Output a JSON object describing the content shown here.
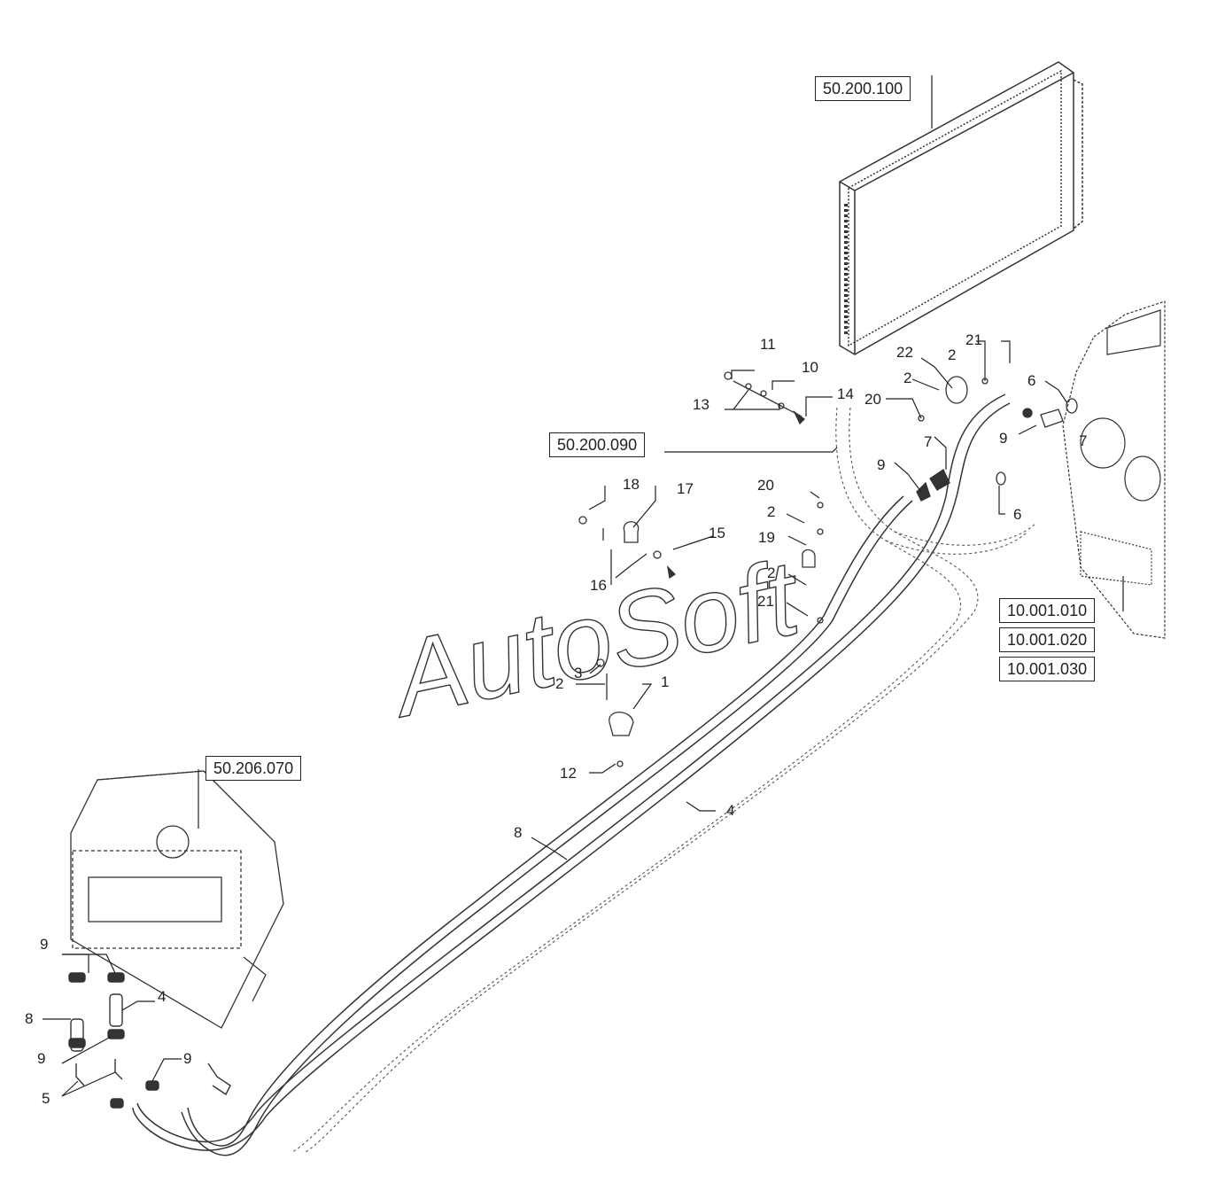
{
  "references": {
    "r1": "50.200.100",
    "r2": "50.200.090",
    "r3": "10.001.010",
    "r4": "10.001.020",
    "r5": "10.001.030",
    "r6": "50.206.070"
  },
  "callouts": {
    "c11": "11",
    "c10": "10",
    "c13": "13",
    "c14": "14",
    "c22": "22",
    "c21a": "21",
    "c2a": "2",
    "c2b": "2",
    "c20a": "20",
    "c6a": "6",
    "c7a": "7",
    "c9a": "9",
    "c7b": "7",
    "c9b": "9",
    "c6b": "6",
    "c18": "18",
    "c17": "17",
    "c15": "15",
    "c16": "16",
    "c20b": "20",
    "c2c": "2",
    "c19": "19",
    "c2d": "2",
    "c21b": "21",
    "c3": "3",
    "c2e": "2",
    "c1": "1",
    "c12": "12",
    "c8a": "8",
    "c4a": "4",
    "c9c": "9",
    "c8b": "8",
    "c4b": "4",
    "c9d": "9",
    "c9e": "9",
    "c5": "5"
  },
  "watermark": "AutoSoft"
}
